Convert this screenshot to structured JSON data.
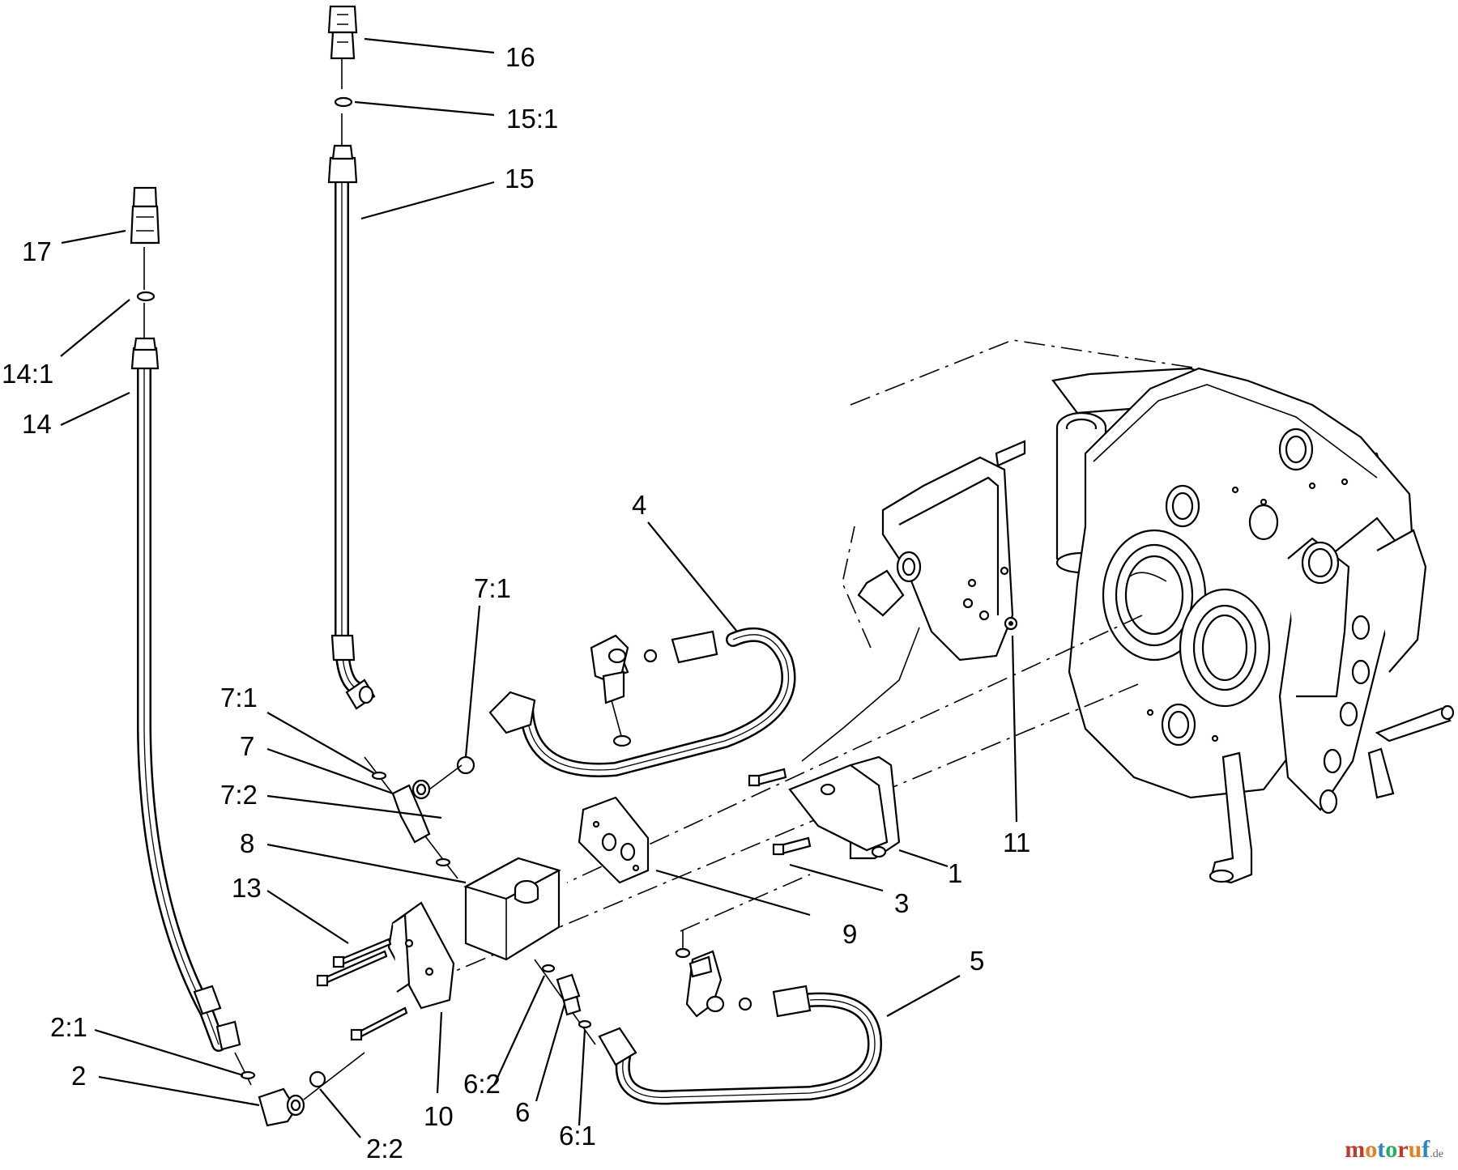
{
  "labels": {
    "l1": "1",
    "l2": "2",
    "l2_1": "2:1",
    "l2_2": "2:2",
    "l3": "3",
    "l4": "4",
    "l5": "5",
    "l6": "6",
    "l6_1": "6:1",
    "l6_2": "6:2",
    "l7": "7",
    "l7_1a": "7:1",
    "l7_1b": "7:1",
    "l7_2": "7:2",
    "l8": "8",
    "l9": "9",
    "l10": "10",
    "l11": "11",
    "l13": "13",
    "l14": "14",
    "l14_1": "14:1",
    "l15": "15",
    "l15_1": "15:1",
    "l16": "16",
    "l17": "17"
  },
  "watermark": {
    "text": "motoruf",
    "suffix": ".de"
  },
  "colors": {
    "line": "#000000",
    "background": "#ffffff",
    "wm_m": "#c0392b",
    "wm_o": "#e67e22",
    "wm_t": "#2e86c1",
    "wm_rest": "#27ae60"
  }
}
